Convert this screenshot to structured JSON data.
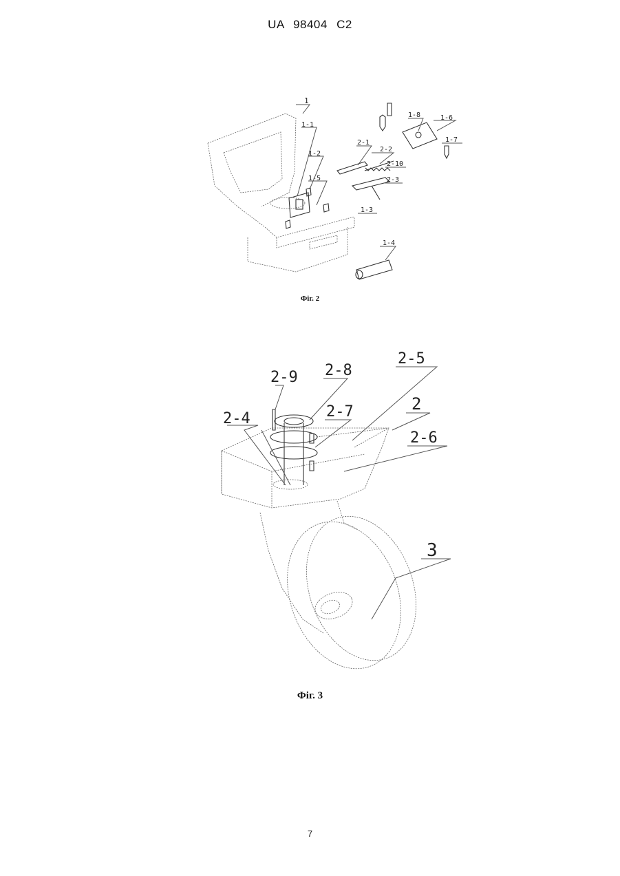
{
  "header": {
    "text": "UA   98404   C2"
  },
  "figure2": {
    "caption": "Фіг. 2",
    "labels": [
      "1",
      "1-1",
      "1-2",
      "1-5",
      "1-3",
      "1-4",
      "1-8",
      "1-6",
      "1-7",
      "2-1",
      "2-2",
      "2-10",
      "2-3"
    ]
  },
  "figure3": {
    "caption": "Фіг. 3",
    "labels": [
      "2-9",
      "2-8",
      "2-5",
      "2-7",
      "2-4",
      "2",
      "2-6",
      "3"
    ]
  },
  "page_number": "7"
}
